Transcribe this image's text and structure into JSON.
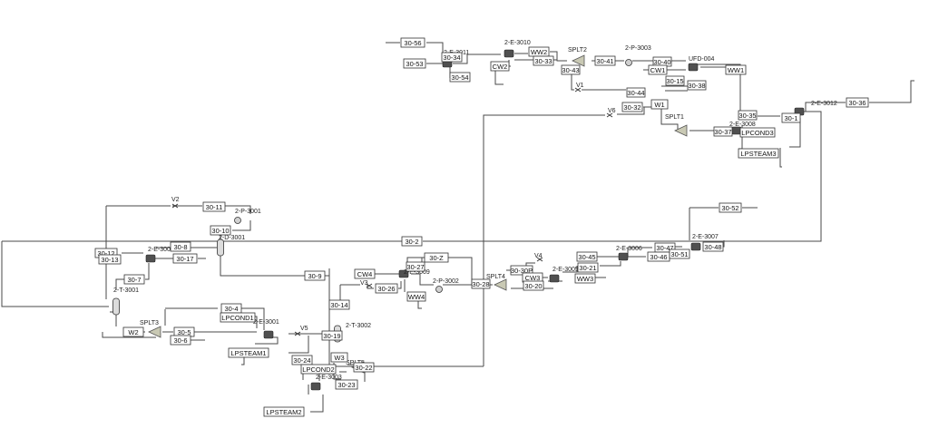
{
  "diagram": {
    "streams": [
      "30-56",
      "30-53",
      "30-34",
      "30-54",
      "CW2",
      "WW2",
      "30-33",
      "30-43",
      "30-41",
      "30-40",
      "CW1",
      "WW1",
      "30-15",
      "30-38",
      "30-44",
      "W1",
      "30-32",
      "30-35",
      "30-37",
      "LPCOND3",
      "LPSTEAM3",
      "30-1",
      "30-36",
      "30-11",
      "30-10",
      "30-12",
      "30-13",
      "30-8",
      "30-17",
      "30-7",
      "30-2",
      "30-52",
      "30-47",
      "30-48",
      "30-46",
      "30-51",
      "30-45",
      "30-21",
      "30-9",
      "30-Z",
      "CW4",
      "30-27",
      "30-26",
      "WW4",
      "30-28",
      "30-30P",
      "CW3",
      "30-20",
      "WW3",
      "30-14",
      "30-4",
      "LPCOND1",
      "W2",
      "30-5",
      "30-6",
      "LPSTEAM1",
      "30-19",
      "30-24",
      "W3",
      "LPCOND2",
      "30-22",
      "30-23",
      "LPSTEAM2"
    ],
    "units": [
      "2-E-3011",
      "2-E-3010",
      "SPLT2",
      "2-P-3003",
      "UFD-004",
      "V1",
      "V6",
      "SPLT1",
      "2-E-3008",
      "2-E-3012",
      "V2",
      "2-P-3001",
      "2-D-3001",
      "2-E-3002",
      "2-T-3001",
      "SPLT3",
      "2-E-3001",
      "V5",
      "2-T-3002",
      "V3",
      "2-P-3002",
      "V4",
      "SPLT4",
      "2-E-3005",
      "2-E-3006",
      "2-E-3007",
      "2-E-3009",
      "SPLT5",
      "2-E-3003"
    ],
    "colors": {
      "line": "#4a4a4a",
      "exchanger": "#505050",
      "column": "#dcdcdc",
      "splitter": "#c9c9b4"
    }
  }
}
